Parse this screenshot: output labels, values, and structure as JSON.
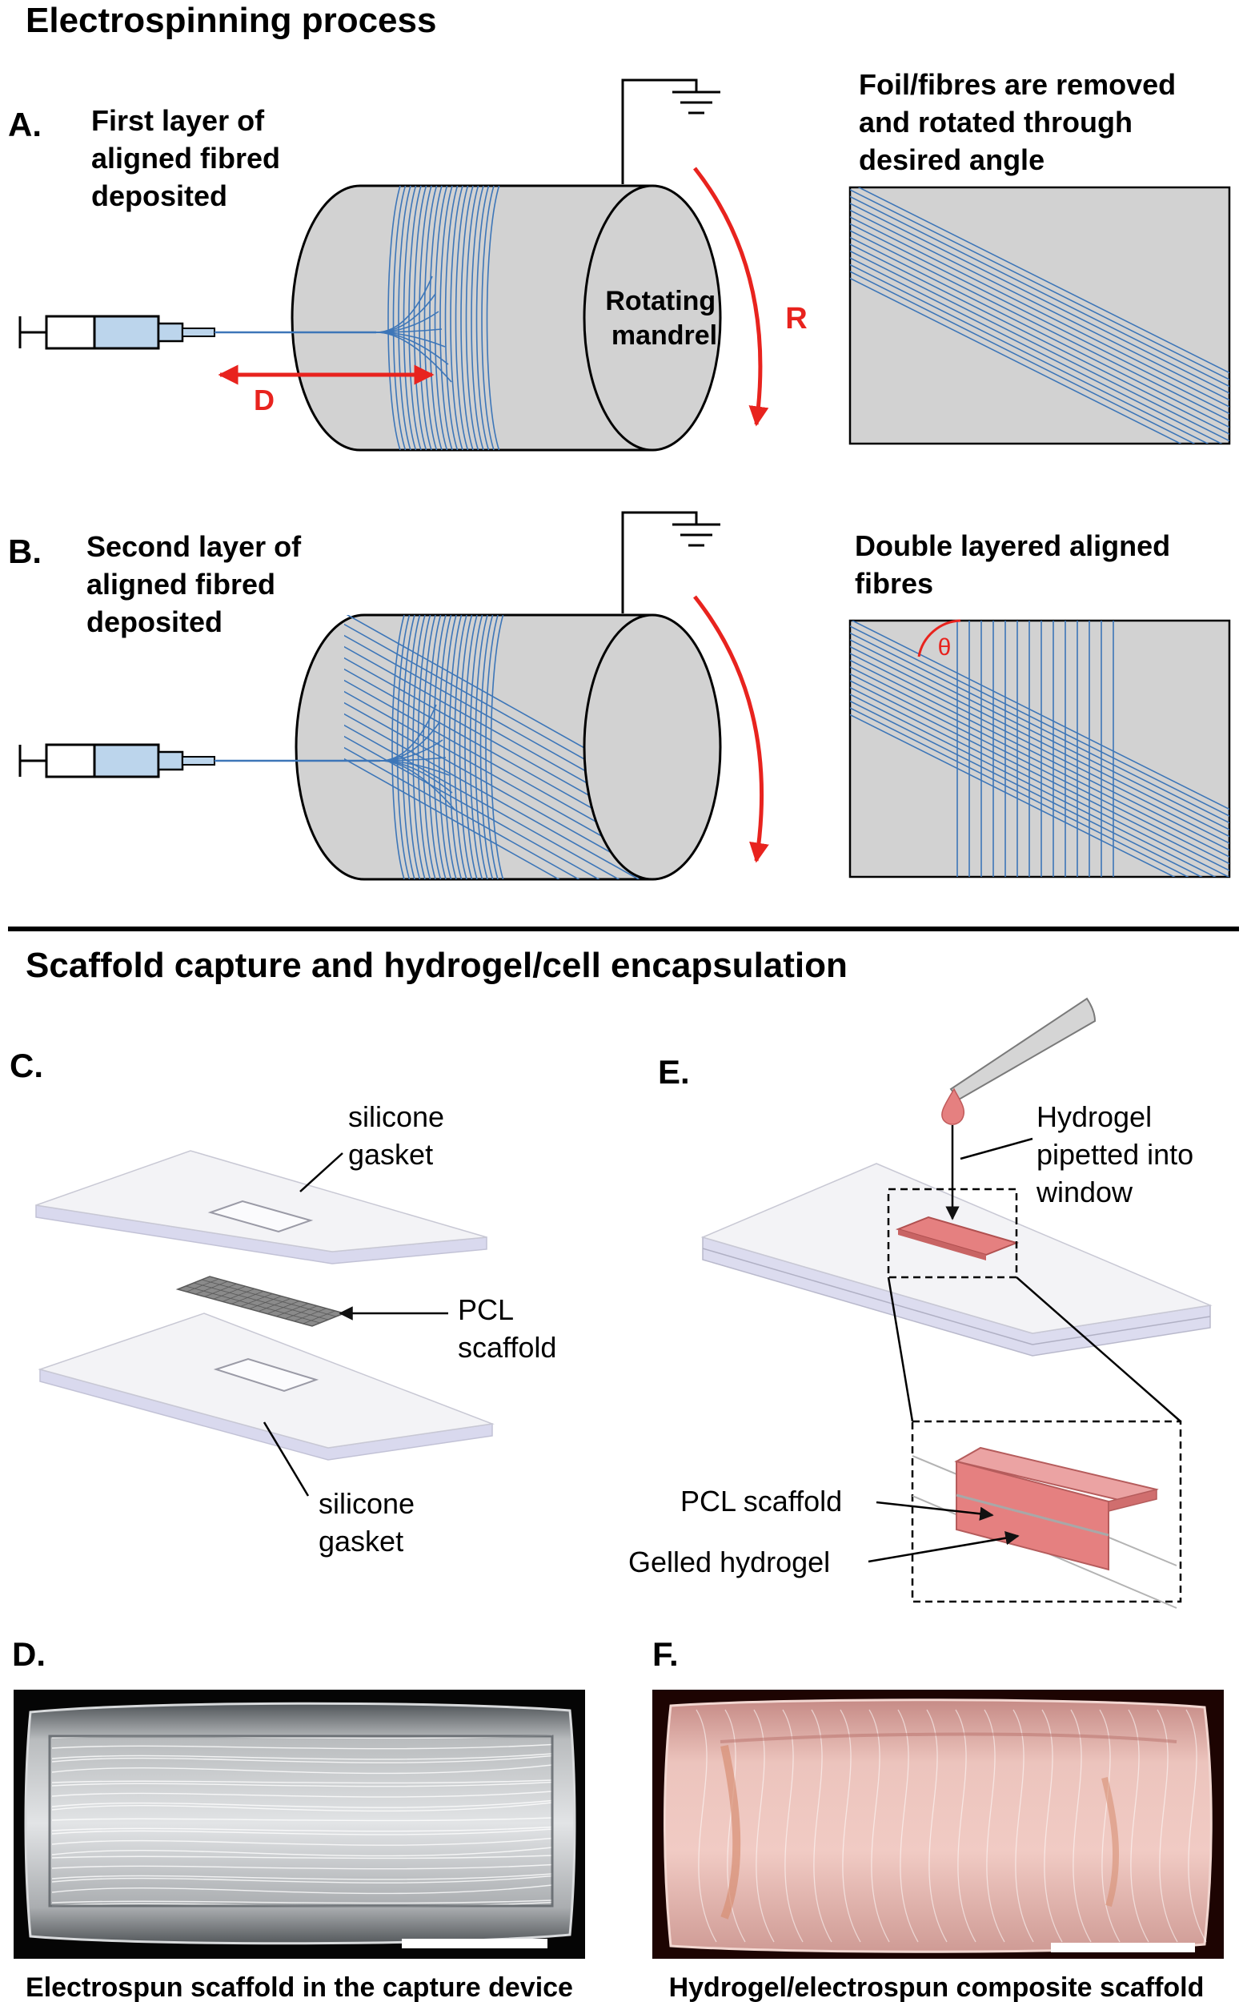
{
  "sections": {
    "electrospinning_title": "Electrospinning process",
    "capture_title": "Scaffold capture and hydrogel/cell encapsulation"
  },
  "panelA": {
    "letter": "A.",
    "caption_lines": [
      "First layer of",
      "aligned fibred",
      "deposited"
    ],
    "mandrel_lines": [
      "Rotating",
      "mandrel"
    ],
    "rotation_label": "R",
    "displacement_label": "D",
    "right_caption_lines": [
      "Foil/fibres are removed",
      "and rotated through",
      "desired angle"
    ]
  },
  "panelB": {
    "letter": "B.",
    "caption_lines": [
      "Second layer of",
      "aligned fibred",
      "deposited"
    ],
    "right_caption_lines": [
      "Double layered aligned",
      "fibres"
    ],
    "angle_symbol": "θ"
  },
  "panelC": {
    "letter": "C.",
    "top_gasket_lines": [
      "silicone",
      "gasket"
    ],
    "scaffold_lines": [
      "PCL",
      "scaffold"
    ],
    "bottom_gasket_lines": [
      "silicone",
      "gasket"
    ]
  },
  "panelD": {
    "letter": "D.",
    "caption": "Electrospun scaffold in the capture device"
  },
  "panelE": {
    "letter": "E.",
    "hydrogel_lines": [
      "Hydrogel",
      "pipetted into",
      "window"
    ],
    "scaffold_label": "PCL scaffold",
    "gel_label": "Gelled hydrogel"
  },
  "panelF": {
    "letter": "F.",
    "caption": "Hydrogel/electrospun composite scaffold"
  },
  "colors": {
    "fibre": "#3d76b8",
    "accent_red": "#e8231e",
    "mandrel_grey": "#d2d2d2",
    "hydrogel_pink": "#e58080",
    "syringe_fill": "#bcd5ec"
  }
}
